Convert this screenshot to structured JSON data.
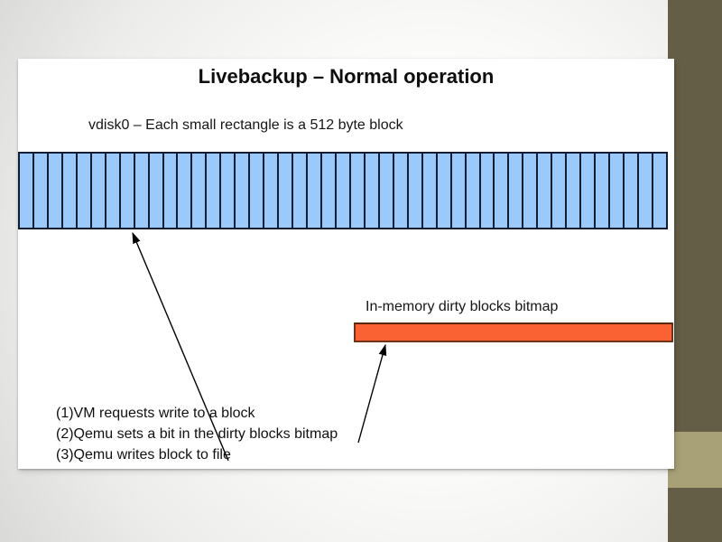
{
  "colors": {
    "band_dark": "#655e46",
    "band_light": "#a8a077",
    "block_fill": "#9cc9fb",
    "block_border": "#141e33",
    "bitmap_fill": "#fa6233",
    "bitmap_border": "#6e3318"
  },
  "slide": {
    "title": "Livebackup – Normal operation",
    "vdisk_caption": "vdisk0 – Each small rectangle is a 512 byte block",
    "disk_block_count": 45,
    "bitmap_label": "In-memory dirty blocks bitmap",
    "steps": [
      "(1)VM requests write to a block",
      "(2)Qemu sets a bit in the dirty blocks bitmap",
      "(3)Qemu writes block to file"
    ]
  }
}
